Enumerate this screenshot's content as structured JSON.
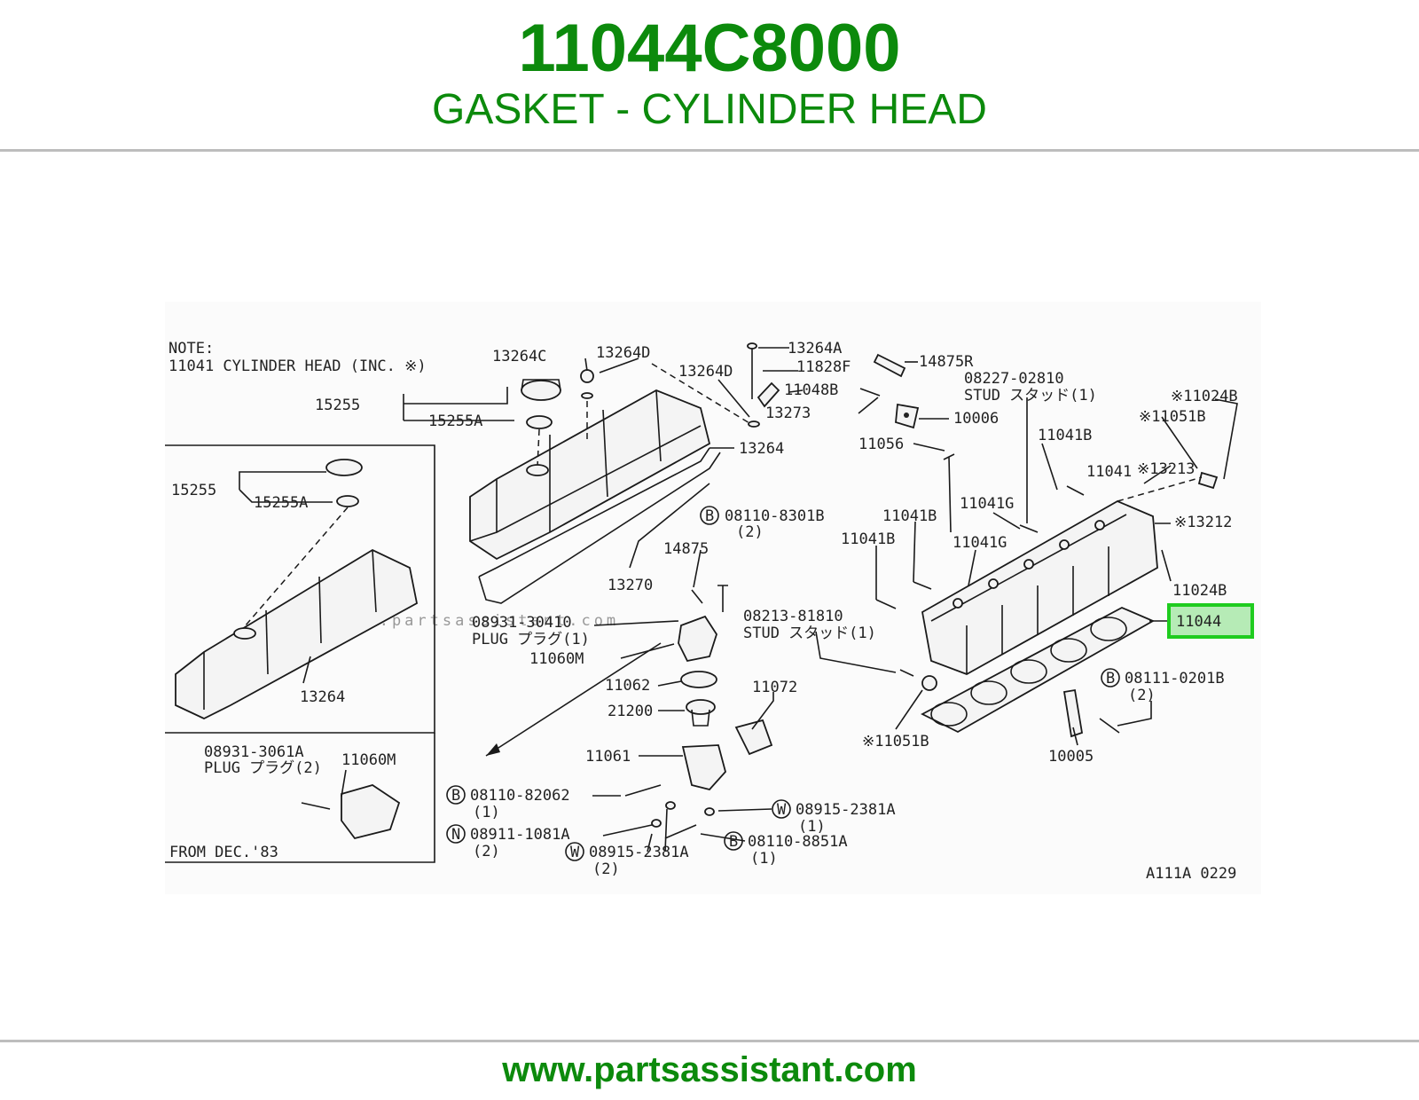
{
  "header": {
    "part_number": "11044C8000",
    "part_name": "GASKET - CYLINDER HEAD"
  },
  "footer": {
    "url": "www.partsassistant.com"
  },
  "diagram": {
    "watermark": "www.partsassistant.com",
    "note_line1": "NOTE:",
    "note_line2": "11041 CYLINDER HEAD (INC. ※)",
    "diagram_code": "A111A 0229",
    "inset_caption": "FROM DEC.'83",
    "highlight_color": "#1fcc1f",
    "labels": {
      "l13264C": "13264C",
      "l13264D_a": "13264D",
      "l13264A": "13264A",
      "l14875R": "14875R",
      "l13264D_b": "13264D",
      "l11828F": "11828F",
      "l11048B": "11048B",
      "l08227": "08227-02810",
      "l08227_stud": "STUD スタッド(1)",
      "l11024B_a": "※11024B",
      "l15255_a": "15255",
      "l15255A_a": "15255A",
      "l13273": "13273",
      "l10006": "10006",
      "l11051B_a": "※11051B",
      "l13264_a": "13264",
      "l11056": "11056",
      "l11041B_a": "11041B",
      "l15255_b": "15255",
      "l15255A_b": "15255A",
      "l11041": "11041",
      "l13213": "※13213",
      "l11041G_a": "11041G",
      "l08110_8301B": "08110-8301B",
      "l08110_8301B_q": "(2)",
      "l11041B_b": "11041B",
      "l13212": "※13212",
      "l11041B_c": "11041B",
      "l11041G_b": "11041G",
      "l14875": "14875",
      "l13270": "13270",
      "l11024B_b": "11024B",
      "l11044": "11044",
      "l08931_30410": "08931-30410",
      "l08931_plug": "PLUG プラグ(1)",
      "l08213": "08213-81810",
      "l08213_stud": "STUD スタッド(1)",
      "l11060M_a": "11060M",
      "l11062": "11062",
      "l08111": "08111-0201B",
      "l08111_q": "(2)",
      "l13264_b": "13264",
      "l11072": "11072",
      "l21200": "21200",
      "l11051B_b": "※11051B",
      "l10005": "10005",
      "l08931_3061A": "08931-3061A",
      "l08931_3061A_plug": "PLUG プラグ(2)",
      "l11060M_b": "11060M",
      "l11061": "11061",
      "l08110_82062": "08110-82062",
      "l08110_82062_q": "(1)",
      "l08915_a": "08915-2381A",
      "l08915_a_q": "(1)",
      "l08911": "08911-1081A",
      "l08911_q": "(2)",
      "l08110_8851A": "08110-8851A",
      "l08110_8851A_q": "(1)",
      "l08915_b": "08915-2381A",
      "l08915_b_q": "(2)",
      "circle_B": "B",
      "circle_N": "N",
      "circle_W": "W"
    }
  }
}
